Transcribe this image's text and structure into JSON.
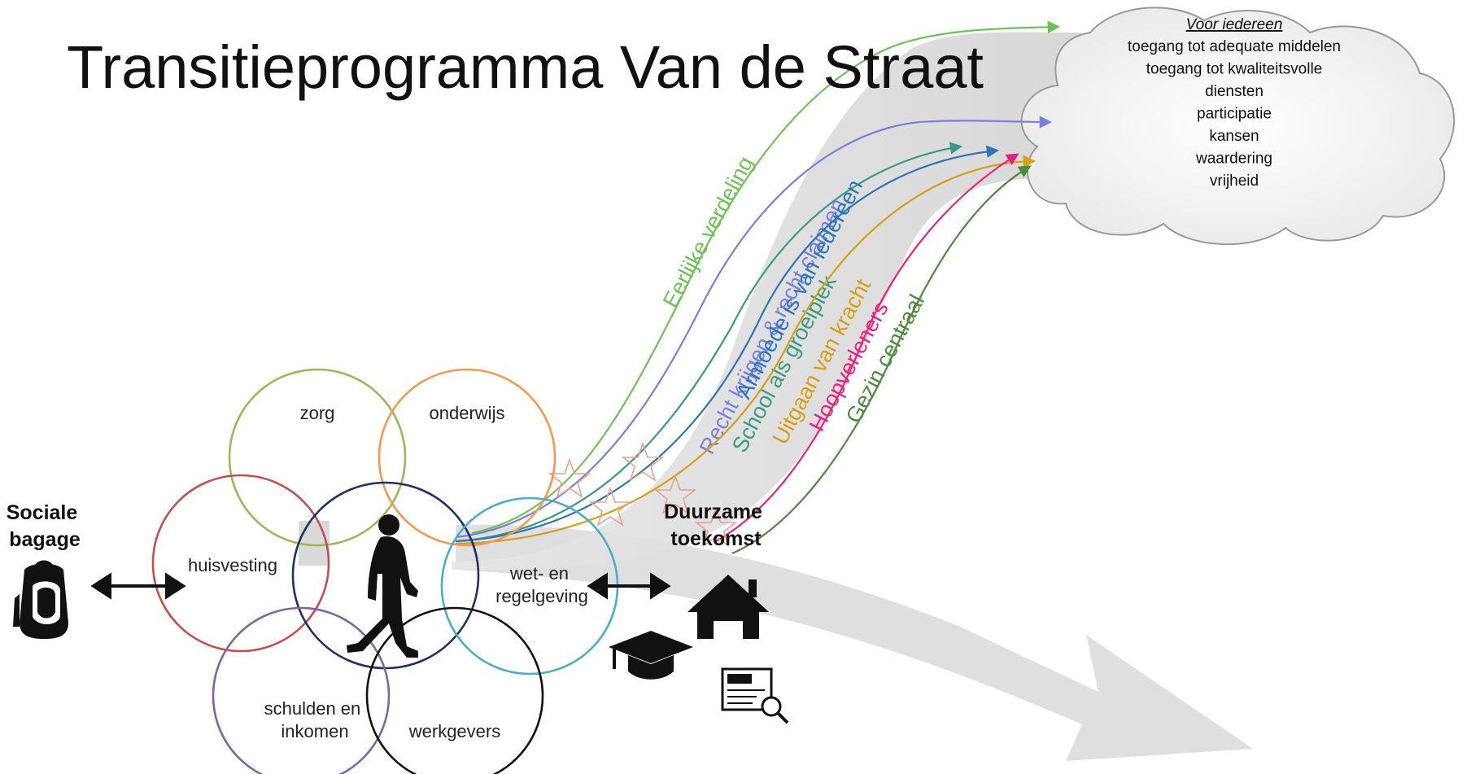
{
  "title": "Transitieprogramma Van de Straat",
  "left_label": [
    "Sociale",
    "bagage"
  ],
  "right_label": [
    "Duurzame",
    "toekomst"
  ],
  "circles": {
    "zorg": {
      "label": [
        "zorg"
      ],
      "color": "#9bb75a"
    },
    "onderwijs": {
      "label": [
        "onderwijs"
      ],
      "color": "#f09a55"
    },
    "huisvesting": {
      "label": [
        "huisvesting"
      ],
      "color": "#c0504d"
    },
    "center": {
      "label": [],
      "color": "#1f3163"
    },
    "wet": {
      "label": [
        "wet- en",
        "regelgeving"
      ],
      "color": "#4bacc6"
    },
    "schulden": {
      "label": [
        "schulden en",
        "inkomen"
      ],
      "color": "#8064a2"
    },
    "werkgevers": {
      "label": [
        "werkgevers"
      ],
      "color": "#111111"
    }
  },
  "cloud": {
    "heading": "Voor iedereen",
    "lines": [
      "toegang tot adequate middelen",
      "toegang tot kwaliteitsvolle",
      "diensten",
      "participatie",
      "kansen",
      "waardering",
      "vrijheid"
    ]
  },
  "paths": [
    {
      "label": "Eerlijke verdeling",
      "color": "#70c05a"
    },
    {
      "label": "Recht krijgen & recht claimen",
      "color": "#7b7fd6"
    },
    {
      "label": "School als groeiplek",
      "color": "#3c9a82"
    },
    {
      "label": "Armoede is van iedereen",
      "color": "#2e75b6"
    },
    {
      "label": "Uitgaan van kracht",
      "color": "#d4a017"
    },
    {
      "label": "Hoopverleners",
      "color": "#e0267c"
    },
    {
      "label": "Gezin centraal",
      "color": "#4e8a3e"
    }
  ],
  "icons": {
    "backpack": "backpack-icon",
    "house": "house-icon",
    "graduation": "graduation-cap-icon",
    "job": "job-newspaper-icon",
    "walker": "walking-person-icon"
  },
  "colors": {
    "arrow_gray": "#d9d9d9",
    "cloud_fill": "#f1f1f1",
    "cloud_stroke": "#9a9a9a"
  }
}
